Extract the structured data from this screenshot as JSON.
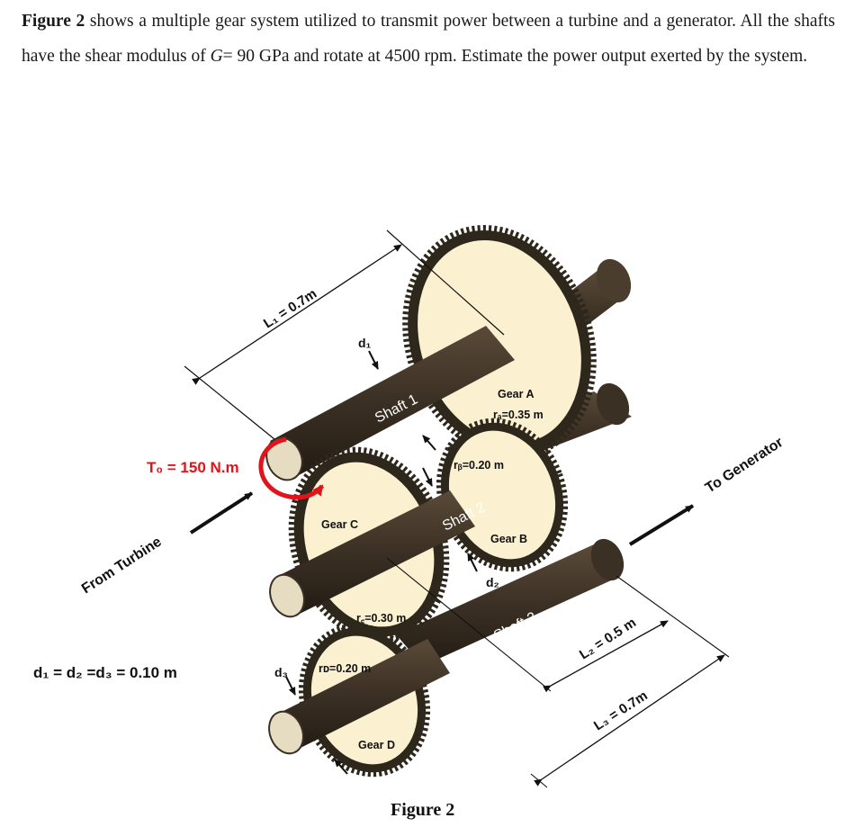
{
  "problem": {
    "fig_ref": "Figure 2",
    "part1": " shows a multiple gear system utilized to transmit power between a turbine and a generator. All the shafts have the shear modulus of ",
    "g_symbol": "G",
    "part2": "= 90 GPa and rotate at 4500 rpm. Estimate the power output exerted by the system."
  },
  "diagram": {
    "dims": {
      "L1": "L₁ = 0.7m",
      "L2": "L₂ = 0.5 m",
      "L3": "L₃ = 0.7m"
    },
    "torque": "T₀ = 150 N.m",
    "from_turbine": "From Turbine",
    "to_generator": "To Generator",
    "diameters": "d₁ = d₂ =d₃ = 0.10 m",
    "d1": "d₁",
    "d2": "d₂",
    "d3": "d₃",
    "shafts": [
      "Shaft 1",
      "Shaft 2",
      "Shaft 3"
    ],
    "gears": {
      "A": {
        "name": "Gear A",
        "radius": "rₐ=0.35 m"
      },
      "B": {
        "name": "Gear B",
        "radius": "rᵦ=0.20 m"
      },
      "C": {
        "name": "Gear C",
        "radius": "r꜀=0.30 m"
      },
      "D": {
        "name": "Gear D",
        "radius": "rᴅ=0.20 m"
      }
    }
  },
  "caption": "Figure 2",
  "colors": {
    "shaft": "#3b3024",
    "gear": "#fbf0cf",
    "teeth": "#2e271c",
    "torque_arrow": "#e0141b"
  }
}
